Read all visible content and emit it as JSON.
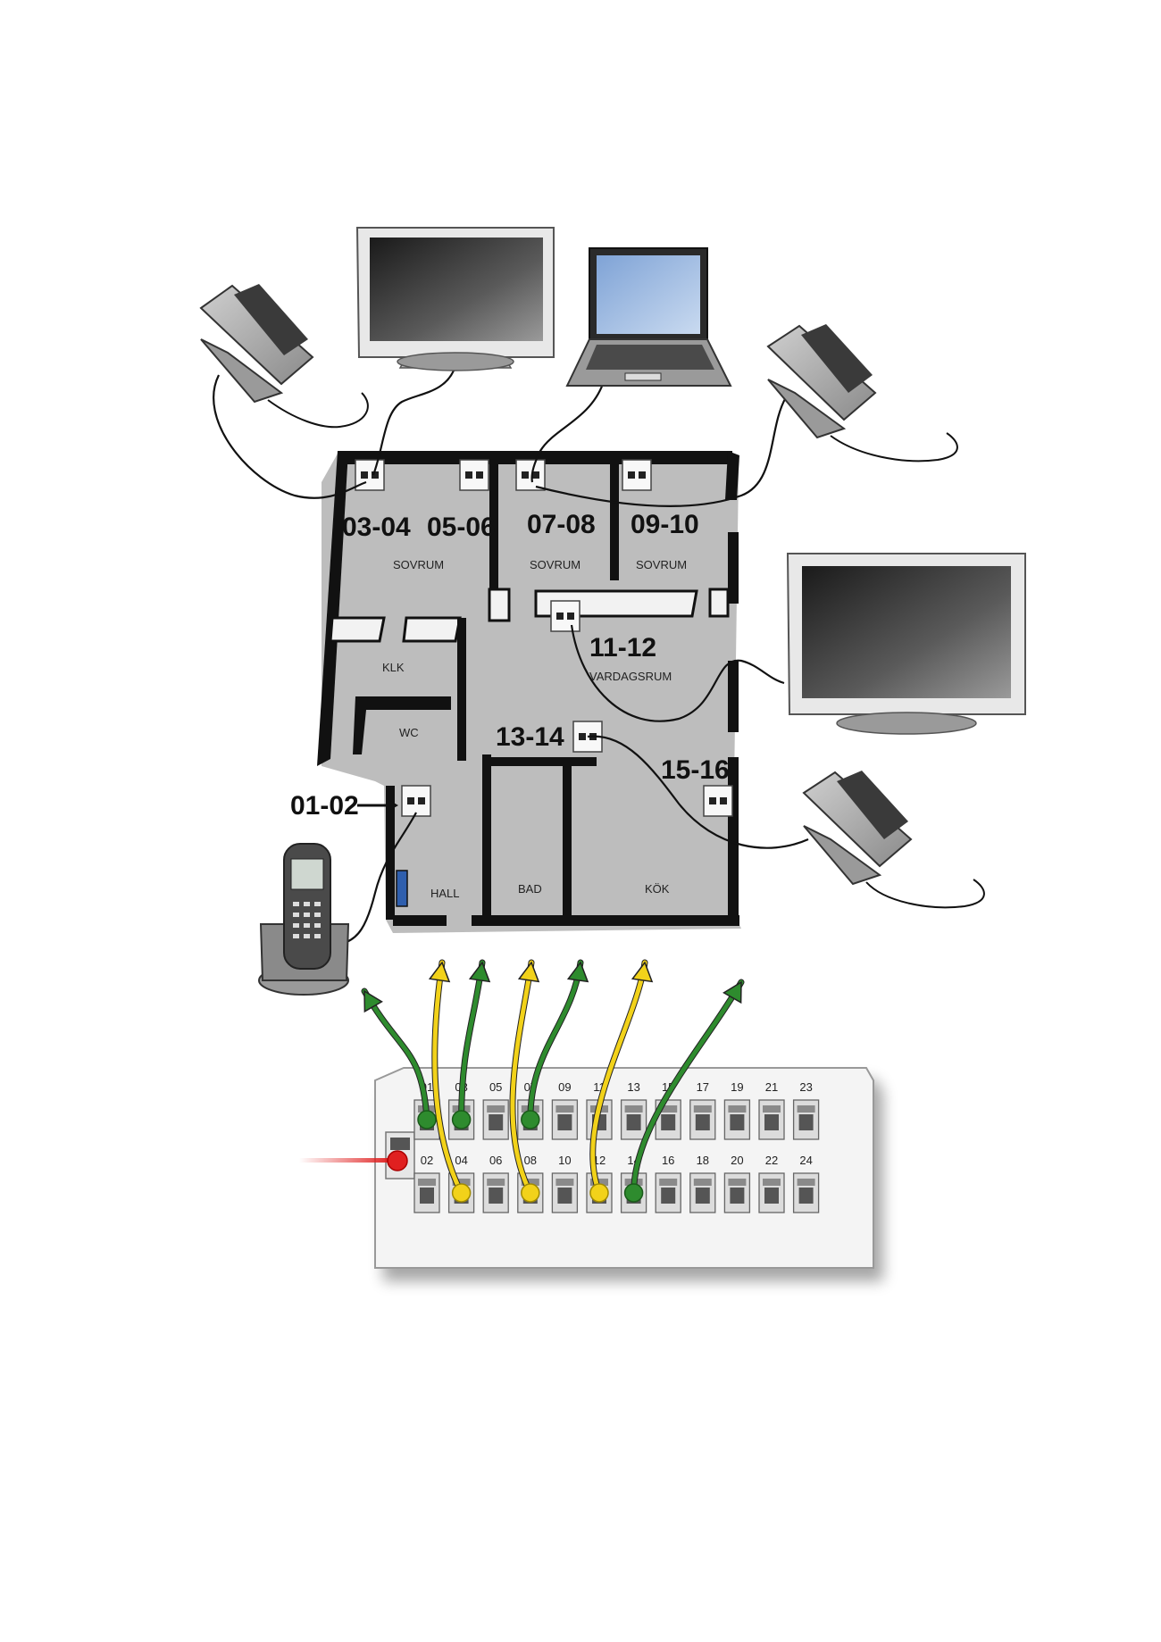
{
  "outlets": [
    {
      "id": "o0102",
      "label": "01-02"
    },
    {
      "id": "o0304",
      "label": "03-04"
    },
    {
      "id": "o0506",
      "label": "05-06"
    },
    {
      "id": "o0708",
      "label": "07-08"
    },
    {
      "id": "o0910",
      "label": "09-10"
    },
    {
      "id": "o1112",
      "label": "11-12"
    },
    {
      "id": "o1314",
      "label": "13-14"
    },
    {
      "id": "o1516",
      "label": "15-16"
    }
  ],
  "rooms": [
    {
      "id": "sovrum1",
      "label": "SOVRUM"
    },
    {
      "id": "sovrum2",
      "label": "SOVRUM"
    },
    {
      "id": "sovrum3",
      "label": "SOVRUM"
    },
    {
      "id": "klk",
      "label": "KLK"
    },
    {
      "id": "wc",
      "label": "WC"
    },
    {
      "id": "vardagsrum",
      "label": "VARDAGSRUM"
    },
    {
      "id": "hall",
      "label": "HALL"
    },
    {
      "id": "bad",
      "label": "BAD"
    },
    {
      "id": "kok",
      "label": "KÖK"
    }
  ],
  "patch_panel": {
    "top_row": [
      "01",
      "03",
      "05",
      "07",
      "09",
      "11",
      "13",
      "15",
      "17",
      "19",
      "21",
      "23"
    ],
    "bottom_row": [
      "02",
      "04",
      "06",
      "08",
      "10",
      "12",
      "14",
      "16",
      "18",
      "20",
      "22",
      "24"
    ],
    "connected_top": [
      "01",
      "03",
      "07"
    ],
    "connected_bottom": [
      "04",
      "08",
      "12",
      "14"
    ],
    "connected_bottom_green": [
      "14"
    ]
  },
  "colors": {
    "wall": "#111111",
    "floor": "#bdbdbd",
    "green_arrow": "#2e8b2e",
    "yellow_arrow": "#f2d21a",
    "red_uplink": "#e02020",
    "panel": "#f4f4f4"
  },
  "devices": [
    {
      "id": "tv-bedroom",
      "type": "tv-icon"
    },
    {
      "id": "laptop",
      "type": "laptop-icon"
    },
    {
      "id": "phone-left",
      "type": "desk-phone-icon"
    },
    {
      "id": "phone-right",
      "type": "desk-phone-icon"
    },
    {
      "id": "tv-living",
      "type": "tv-icon"
    },
    {
      "id": "phone-kitchen",
      "type": "desk-phone-icon"
    },
    {
      "id": "dect-phone",
      "type": "cordless-phone-icon"
    }
  ]
}
